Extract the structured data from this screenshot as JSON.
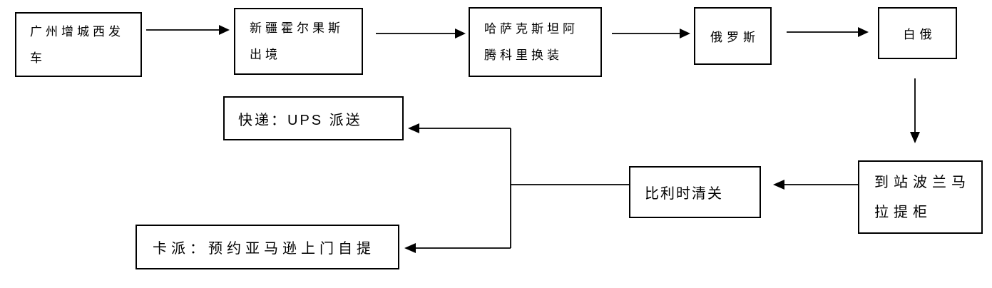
{
  "diagram": {
    "type": "flowchart",
    "background_color": "#ffffff",
    "box_border_color": "#000000",
    "line_color": "#000000",
    "text_color": "#000000",
    "nodes": [
      {
        "id": "guangzhou",
        "label": "广州增城西发\n车"
      },
      {
        "id": "xinjiang",
        "label": "新疆霍尔果斯\n出境"
      },
      {
        "id": "kazakhstan",
        "label": "哈萨克斯坦阿\n腾科里换装"
      },
      {
        "id": "russia",
        "label": "俄罗斯"
      },
      {
        "id": "belarus",
        "label": "白俄"
      },
      {
        "id": "poland",
        "label": "到站波兰马\n拉提柜"
      },
      {
        "id": "belgium",
        "label": "比利时清关"
      },
      {
        "id": "ups",
        "label": "快递：UPS 派送"
      },
      {
        "id": "kapai",
        "label": "卡派：预约亚马逊上门自提"
      }
    ],
    "edges": [
      {
        "from": "guangzhou",
        "to": "xinjiang"
      },
      {
        "from": "xinjiang",
        "to": "kazakhstan"
      },
      {
        "from": "kazakhstan",
        "to": "russia"
      },
      {
        "from": "russia",
        "to": "belarus"
      },
      {
        "from": "belarus",
        "to": "poland"
      },
      {
        "from": "poland",
        "to": "belgium"
      },
      {
        "from": "belgium",
        "to": "ups"
      },
      {
        "from": "belgium",
        "to": "kapai"
      }
    ]
  }
}
